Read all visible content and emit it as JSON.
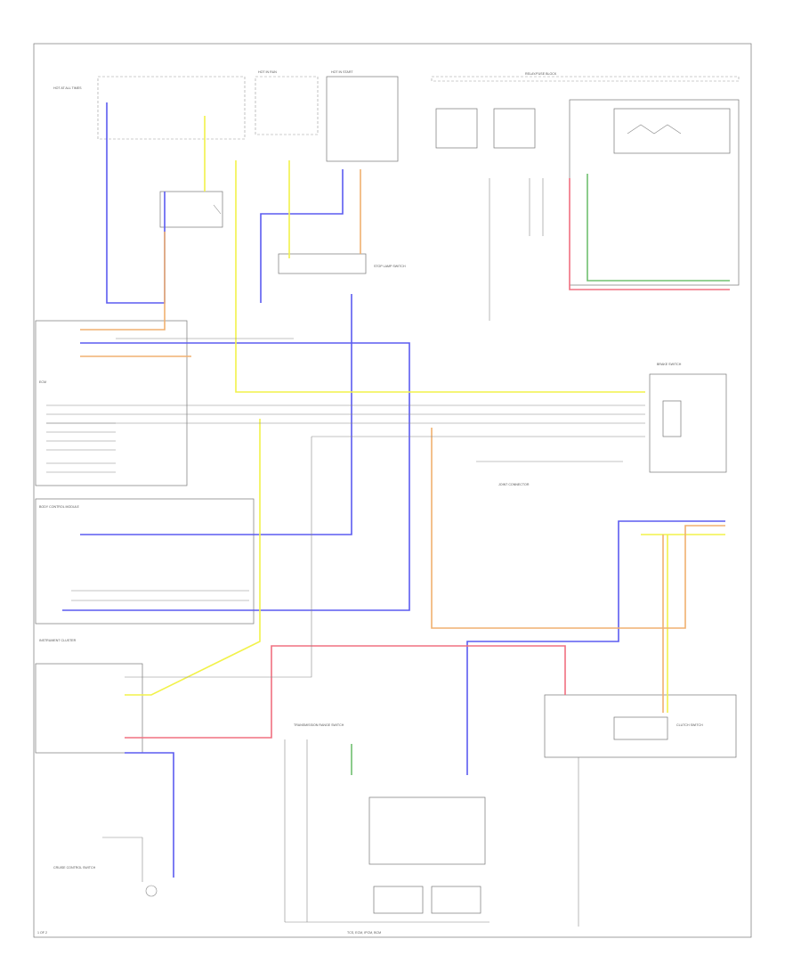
{
  "wire_colors": {
    "blue": "#5b5bf0",
    "yellow": "#f2f24a",
    "orange": "#f0b070",
    "pink": "#f07080",
    "green": "#70c070",
    "gray": "#888888"
  },
  "labels": {
    "top_a": "HOT AT ALL TIMES",
    "top_b": "HOT IN RUN",
    "top_c": "HOT IN START",
    "module_top_right": "RELAY/FUSE BLOCK",
    "module_right": "BRAKE SWITCH",
    "stop_lamp": "STOP LAMP SWITCH",
    "left_1": "ECM",
    "left_2": "BODY CONTROL MODULE",
    "left_3": "INSTRUMENT CLUSTER",
    "center_connector": "JOINT CONNECTOR",
    "bottom_center": "TRANSMISSION RANGE SWITCH",
    "bottom_right": "CLUTCH SWITCH",
    "bottom_left": "CRUISE CONTROL SWITCH",
    "footer_left": "1 OF 2",
    "footer_center": "TCS, ECM, IPCM, BCM"
  }
}
